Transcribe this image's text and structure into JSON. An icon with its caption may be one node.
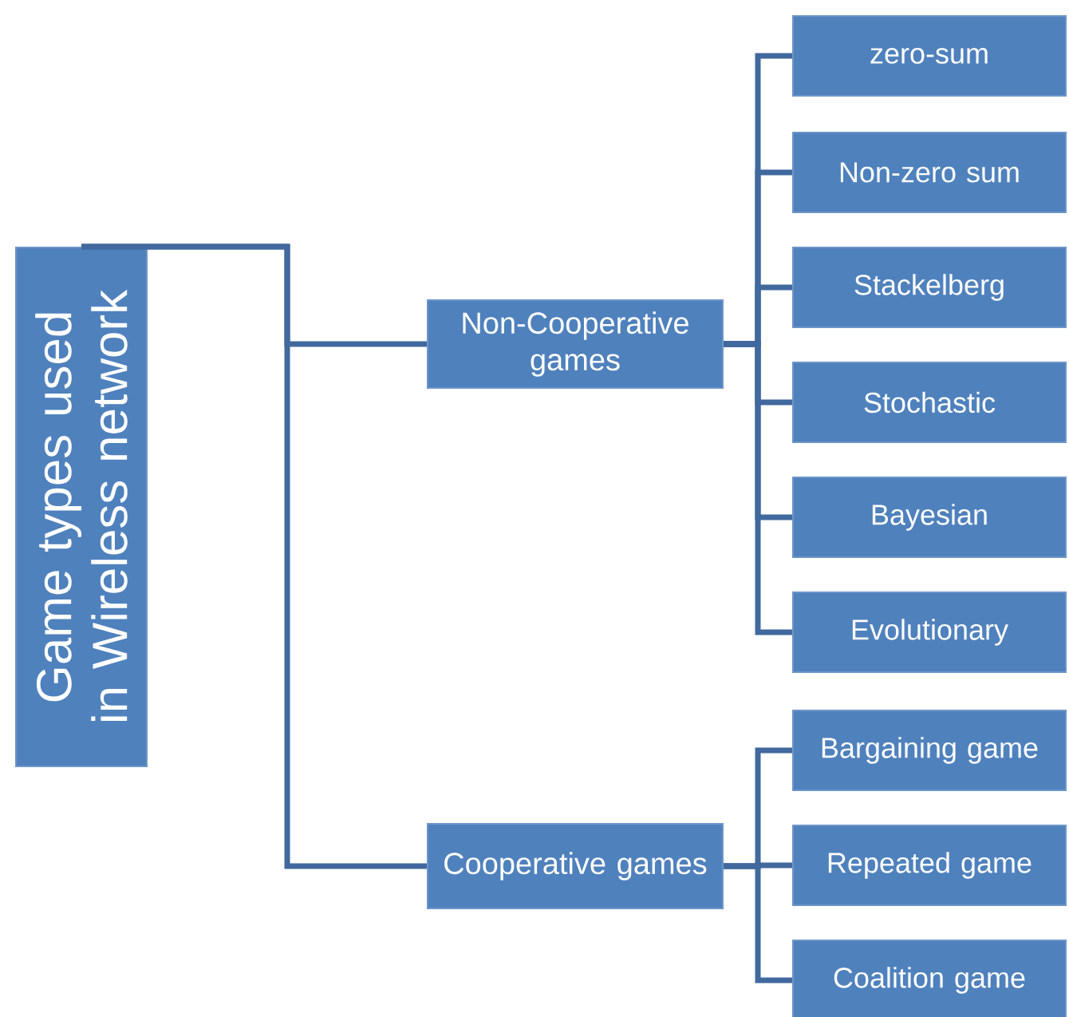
{
  "diagram": {
    "nodes": [
      {
        "text": [
          "Game types used in Wireless network"
        ]
      },
      {
        "text": [
          "Non-Cooperative games"
        ]
      },
      {
        "text": [
          "Cooperative games"
        ]
      },
      {
        "text": [
          "zero-sum"
        ]
      },
      {
        "text": [
          "Non-zero sum"
        ]
      },
      {
        "text": [
          "Stackelberg"
        ]
      },
      {
        "text": [
          "Stochastic"
        ]
      },
      {
        "text": [
          "Bayesian"
        ]
      },
      {
        "text": [
          "Evolutionary"
        ]
      },
      {
        "text": [
          "Bargaining game"
        ]
      },
      {
        "text": [
          "Repeated game"
        ]
      },
      {
        "text": [
          "Coalition game"
        ]
      }
    ],
    "edges": [
      {
        "from": 0,
        "to": 1,
        "arrow": "none"
      },
      {
        "from": 0,
        "to": 2,
        "arrow": "none"
      },
      {
        "from": 1,
        "to": 3,
        "arrow": "none"
      },
      {
        "from": 1,
        "to": 4,
        "arrow": "none"
      },
      {
        "from": 1,
        "to": 5,
        "arrow": "none"
      },
      {
        "from": 1,
        "to": 6,
        "arrow": "none"
      },
      {
        "from": 1,
        "to": 7,
        "arrow": "none"
      },
      {
        "from": 1,
        "to": 8,
        "arrow": "none"
      },
      {
        "from": 2,
        "to": 9,
        "arrow": "none"
      },
      {
        "from": 2,
        "to": 10,
        "arrow": "none"
      },
      {
        "from": 2,
        "to": 11,
        "arrow": "none"
      }
    ]
  }
}
